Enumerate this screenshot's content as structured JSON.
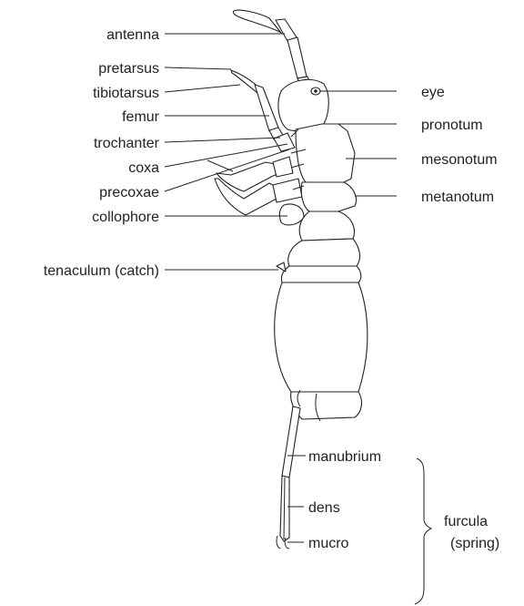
{
  "labels": {
    "antenna": "antenna",
    "pretarsus": "pretarsus",
    "tibiotarsus": "tibiotarsus",
    "femur": "femur",
    "trochanter": "trochanter",
    "coxa": "coxa",
    "precoxae": "precoxae",
    "collophore": "collophore",
    "tenaculum": "tenaculum (catch)",
    "eye": "eye",
    "pronotum": "pronotum",
    "mesonotum": "mesonotum",
    "metanotum": "metanotum",
    "manubrium": "manubrium",
    "dens": "dens",
    "mucro": "mucro",
    "furcula_line1": "furcula",
    "furcula_line2": "(spring)"
  }
}
